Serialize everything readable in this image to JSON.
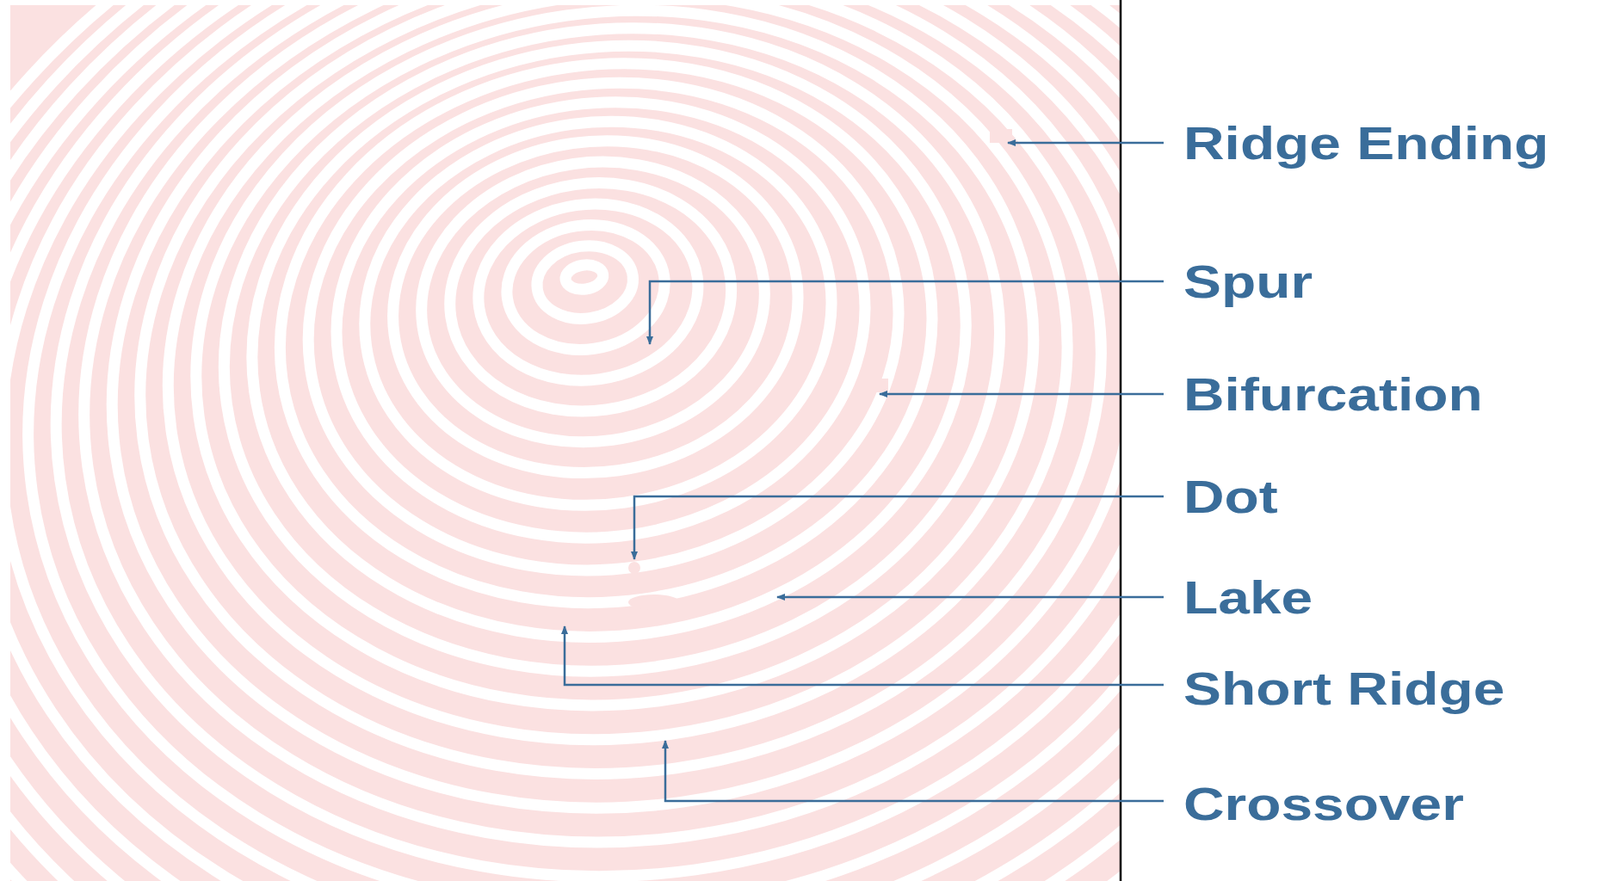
{
  "diagram": {
    "labels": [
      "Ridge Ending",
      "Spur",
      "Bifurcation",
      "Dot",
      "Lake",
      "Short Ridge",
      "Crossover"
    ]
  }
}
